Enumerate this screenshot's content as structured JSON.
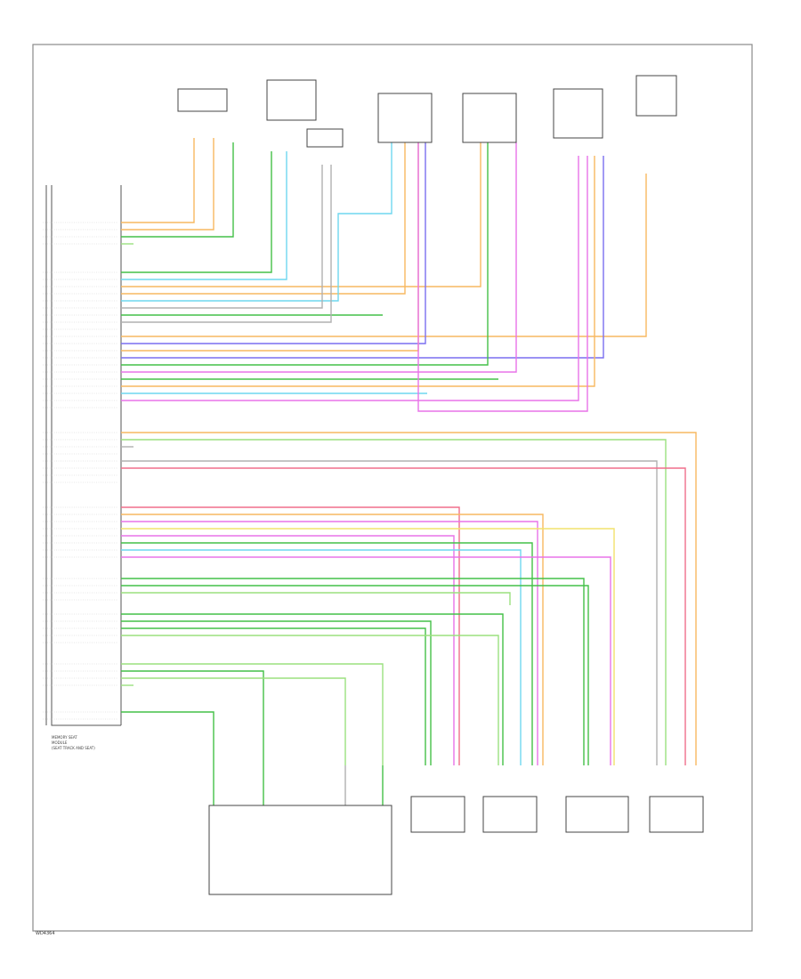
{
  "colors": {
    "green": "#44c048",
    "ltgreen": "#9be07f",
    "cyan": "#6fd7ef",
    "orange": "#f7b860",
    "red": "#f06f8c",
    "magenta": "#e873e8",
    "violet": "#7a6ff0",
    "yellow": "#f2e26d",
    "gray": "#b0b0b0",
    "black": "#333333"
  },
  "module_labels": [
    "MEMORY SEAT",
    "MODULE",
    "(SEAT TRACK AND SEAT)"
  ],
  "footer": "WD4364"
}
